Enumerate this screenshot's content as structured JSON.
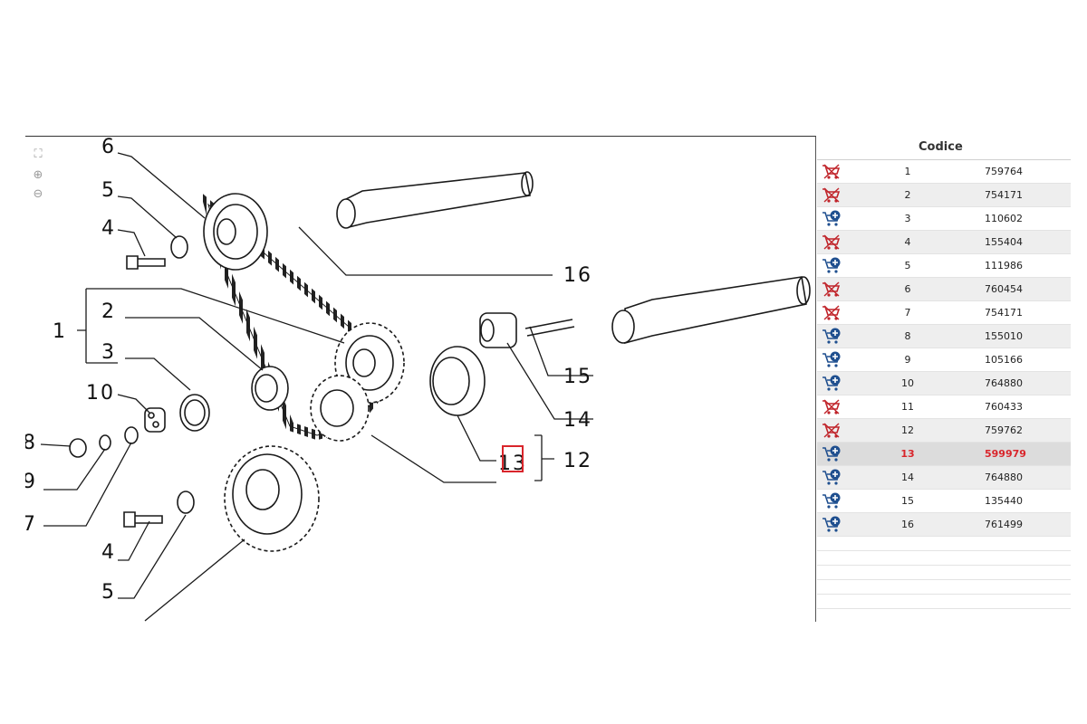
{
  "diagram": {
    "tools": {
      "fit": "⛶",
      "zoom_in": "⊕",
      "zoom_out": "⊖"
    },
    "callouts": [
      "6",
      "5",
      "4",
      "16",
      "1",
      "2",
      "3",
      "10",
      "8",
      "9",
      "7",
      "15",
      "14",
      "13",
      "12",
      "4",
      "5"
    ],
    "highlight_color": "#d9252b"
  },
  "table": {
    "header": "Codice",
    "rows": [
      {
        "cart": "remove",
        "num": "1",
        "code": "759764"
      },
      {
        "cart": "remove",
        "num": "2",
        "code": "754171"
      },
      {
        "cart": "add",
        "num": "3",
        "code": "110602"
      },
      {
        "cart": "remove",
        "num": "4",
        "code": "155404"
      },
      {
        "cart": "add",
        "num": "5",
        "code": "111986"
      },
      {
        "cart": "remove",
        "num": "6",
        "code": "760454"
      },
      {
        "cart": "remove",
        "num": "7",
        "code": "754171"
      },
      {
        "cart": "add",
        "num": "8",
        "code": "155010"
      },
      {
        "cart": "add",
        "num": "9",
        "code": "105166"
      },
      {
        "cart": "add",
        "num": "10",
        "code": "764880"
      },
      {
        "cart": "remove",
        "num": "11",
        "code": "760433"
      },
      {
        "cart": "remove",
        "num": "12",
        "code": "759762"
      },
      {
        "cart": "add",
        "num": "13",
        "code": "599979",
        "selected": true
      },
      {
        "cart": "add",
        "num": "14",
        "code": "764880"
      },
      {
        "cart": "add",
        "num": "15",
        "code": "135440"
      },
      {
        "cart": "add",
        "num": "16",
        "code": "761499"
      }
    ],
    "colors": {
      "selected_text": "#d9252b",
      "cart_add": "#1f4f8f",
      "cart_remove": "#c0242a"
    }
  }
}
